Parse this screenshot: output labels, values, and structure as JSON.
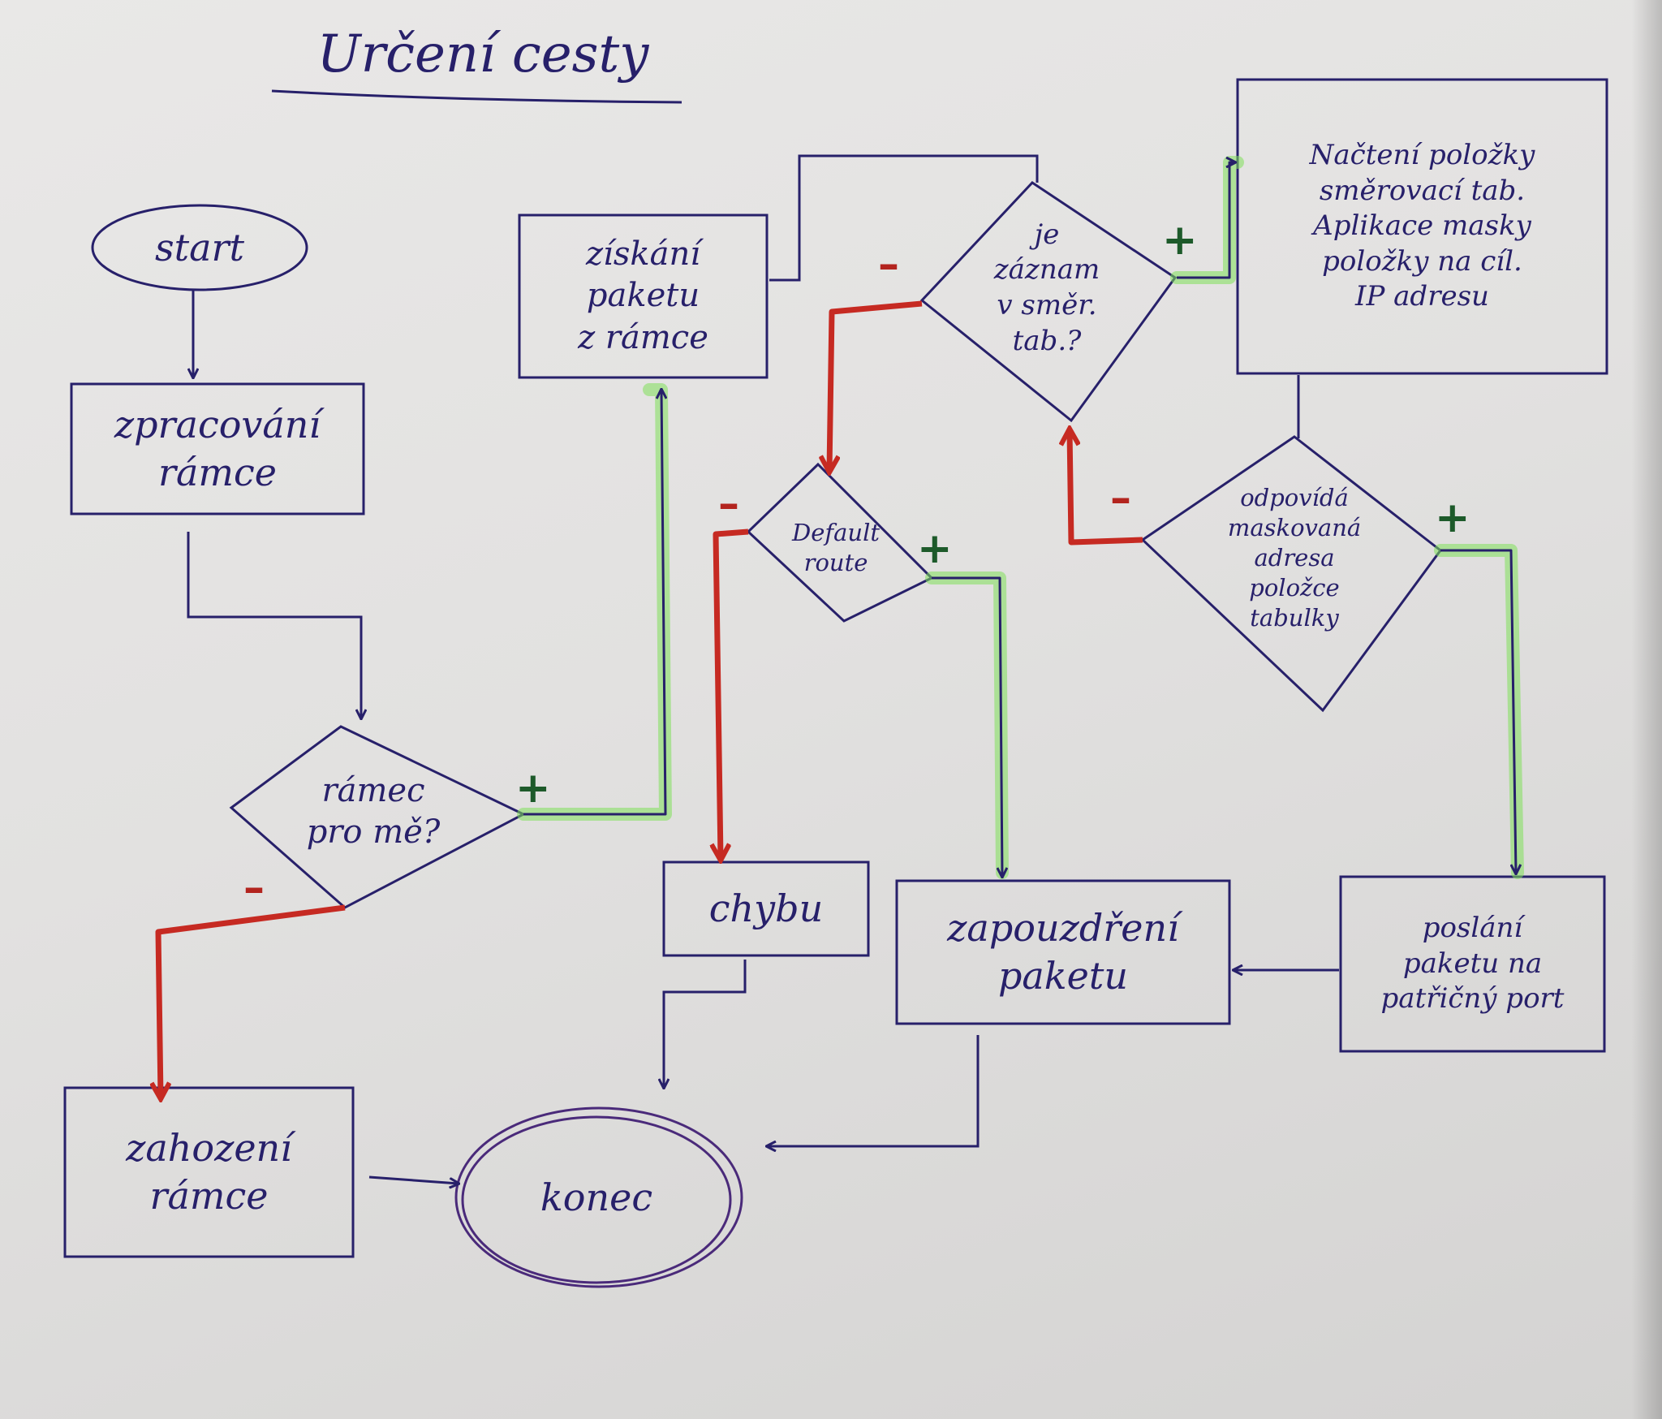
{
  "title": "Určení cesty",
  "nodes": {
    "start": "start",
    "zpracovani": "zpracování\nrámce",
    "ramec_pro_me": "rámec\npro mě?",
    "zahozeni": "zahození\nrámce",
    "konec": "konec",
    "ziskani": "získání\npaketu\nz rámce",
    "je_zaznam": "je\nzáznam\nv směr.\ntab.?",
    "default_route": "Default\nroute",
    "chybu": "chybu",
    "nacteni": "Načtení položky\nsměrovací tab.\nAplikace masky\npoložky na cíl.\nIP adresu",
    "odpovida": "odpovídá\nmaskovaná\nadresa\npoložce\ntabulky",
    "zapouzdreni": "zapouzdření\npaketu",
    "poslani": "poslání\npaketu na\npatřičný port"
  },
  "edge_labels": {
    "plus": "+",
    "minus": "–"
  },
  "colors": {
    "ink": "#27206a",
    "yes_path": "#7fe05a",
    "no_path": "#c62a22",
    "paper": "#e6e5e4"
  }
}
